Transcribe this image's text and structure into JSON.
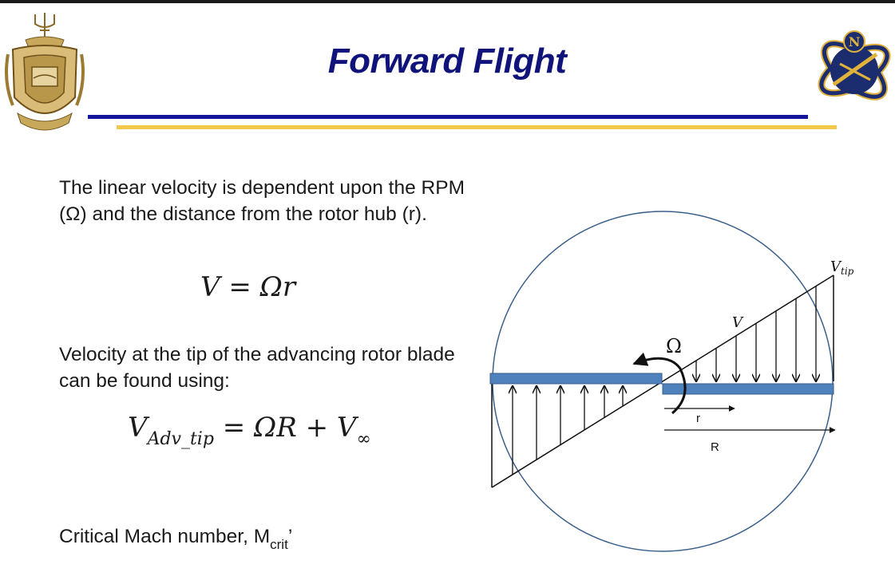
{
  "slide": {
    "title": "Forward Flight",
    "paragraph_1": "The linear velocity is dependent upon the RPM (Ω) and the distance from the rotor hub (r).",
    "equation_1": {
      "lhs": "V",
      "op": " = ",
      "rhs": "Ωr"
    },
    "paragraph_2": "Velocity at the tip of the advancing rotor blade can be found using:",
    "equation_2": {
      "lhs": "V",
      "lhs_sub": "Adv_tip",
      "op": " = ",
      "rhs": "ΩR + V",
      "rhs_sub": "∞"
    },
    "paragraph_3": {
      "text": "Critical Mach number, M",
      "sub": "crit",
      "tail": "’"
    }
  },
  "diagram": {
    "label_vtip": "V",
    "label_vtip_sub": "tip",
    "label_v": "V",
    "label_omega": "Ω",
    "label_r": "r",
    "label_R": "R",
    "colors": {
      "blade_fill": "#4f81bd",
      "blade_stroke": "#385d8a",
      "circle_stroke": "#3a5f8a"
    }
  },
  "logos": {
    "left": "naval-academy-seal",
    "right_monogram": "N",
    "right_icon": "aerospace-atom-aircraft-logo"
  },
  "colors": {
    "title": "#0f137a",
    "rule_blue": "#12169a",
    "rule_gold": "#f2c94c",
    "text": "#1a1a1a"
  }
}
